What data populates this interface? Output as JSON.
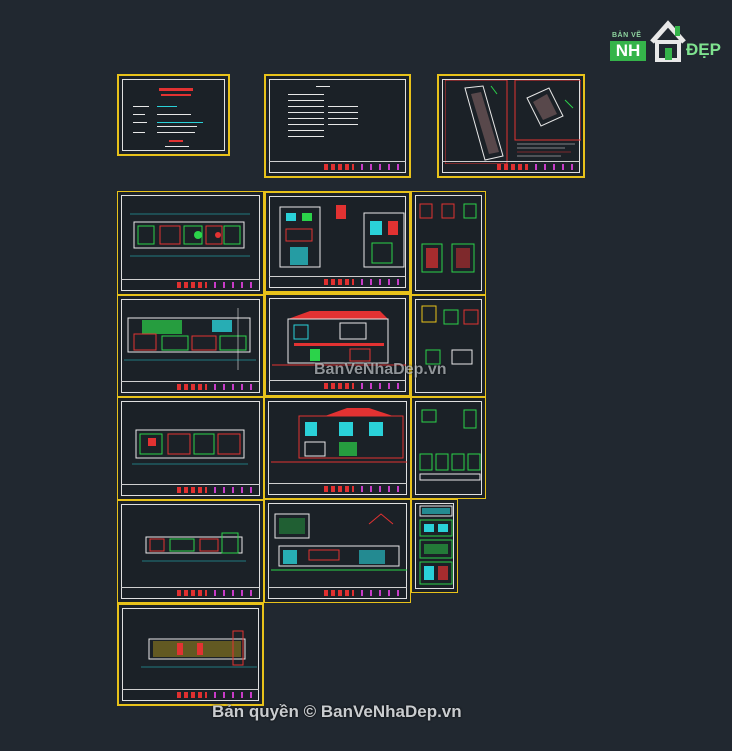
{
  "logo": {
    "small_text": "BẢN VẼ",
    "badge_text": "NH",
    "suffix_text": "ĐẸP",
    "brand_green": "#35b44a",
    "icon": "house-icon"
  },
  "watermarks": {
    "middle": "BanVeNhaDep.vn",
    "bottom": "Bản quyền © BanVeNhaDep.vn"
  },
  "colors": {
    "background": "#212830",
    "sheet_border": "#e8c21a",
    "green": "#2bd34a",
    "red": "#e23232",
    "cyan": "#2ad1d8",
    "magenta": "#c83cc8"
  },
  "sheets": [
    "cover-sheet",
    "index-sheet",
    "site-plan-sheet",
    "plan-1",
    "elev-1",
    "detail-1",
    "plan-2",
    "section-1",
    "detail-2",
    "plan-3",
    "section-2",
    "detail-3",
    "plan-4",
    "section-3",
    "detail-4",
    "plan-5"
  ]
}
